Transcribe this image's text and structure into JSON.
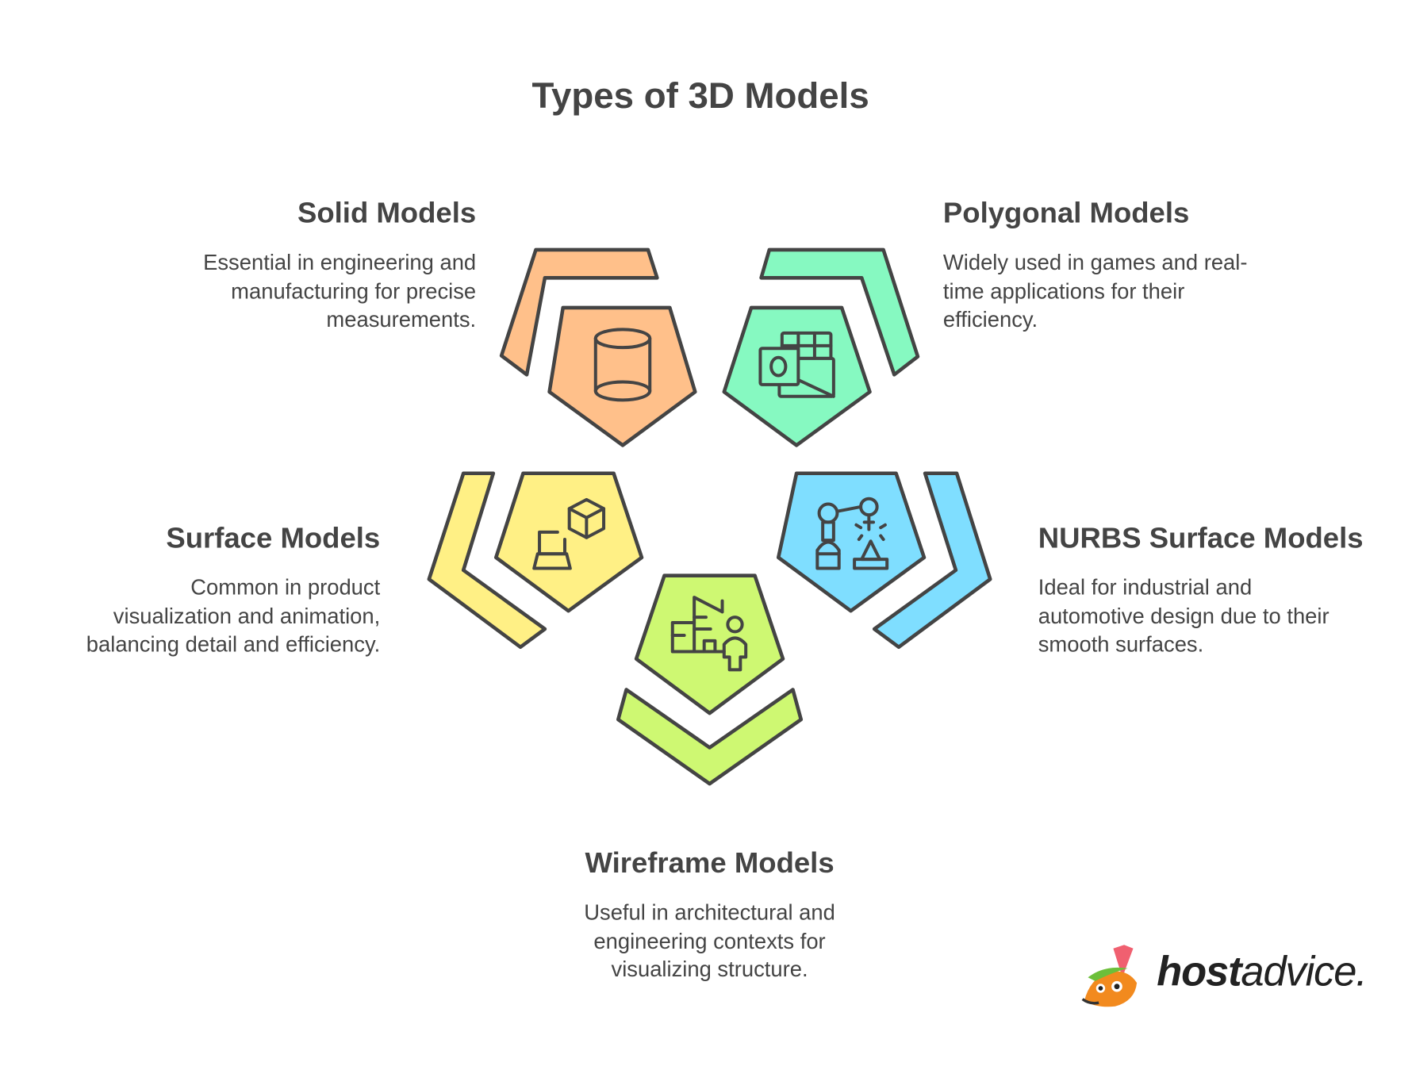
{
  "title": "Types of 3D Models",
  "items": [
    {
      "heading": "Solid Models",
      "lines": [
        "Essential in engineering and",
        "manufacturing for precise",
        "measurements."
      ],
      "color": "#FFC08A",
      "icon": "cylinder-icon"
    },
    {
      "heading": "Polygonal Models",
      "lines": [
        "Widely used in games and real-",
        "time applications for their",
        "efficiency."
      ],
      "color": "#86F9C1",
      "icon": "outlook-grid-icon"
    },
    {
      "heading": "Surface Models",
      "lines": [
        "Common in product",
        "visualization and animation,",
        "balancing detail and efficiency."
      ],
      "color": "#FFF085",
      "icon": "laptop-cube-icon"
    },
    {
      "heading": "NURBS Surface Models",
      "lines": [
        "Ideal for industrial and",
        "automotive design due to their",
        "smooth surfaces."
      ],
      "color": "#7FDEFF",
      "icon": "robot-arm-icon"
    },
    {
      "heading": "Wireframe Models",
      "lines": [
        "Useful in architectural and",
        "engineering contexts for",
        "visualizing structure."
      ],
      "color": "#CEF872",
      "icon": "building-person-icon"
    }
  ],
  "logo": {
    "bold": "host",
    "light": "advice."
  }
}
